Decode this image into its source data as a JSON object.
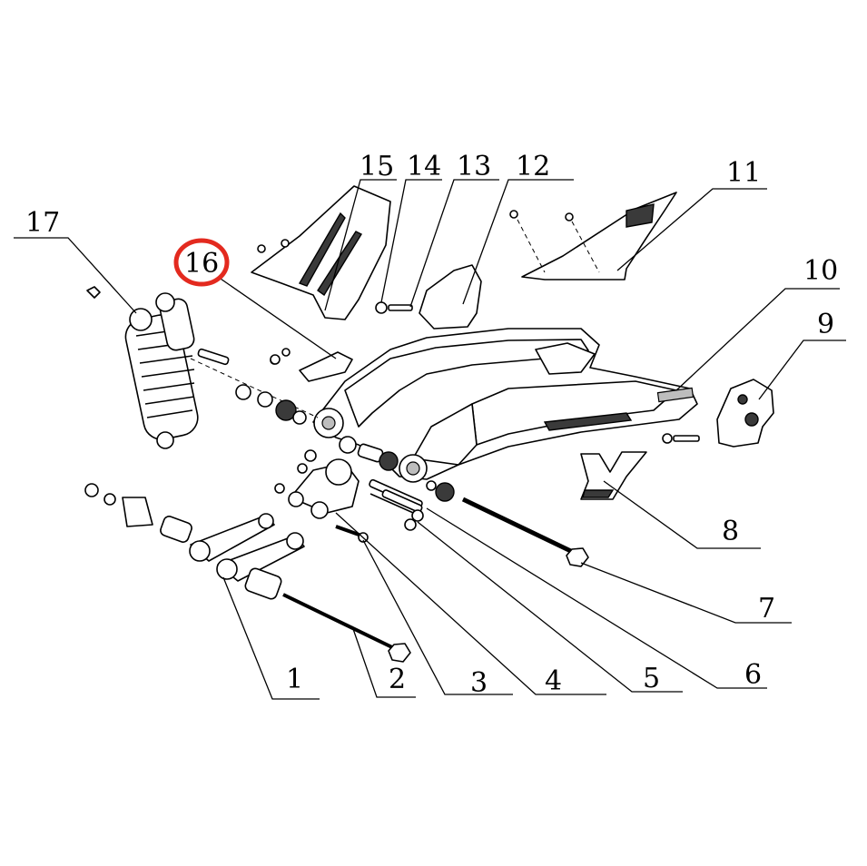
{
  "highlight_color": "#e32a1f",
  "highlighted_callout": "16",
  "callouts": [
    {
      "id": "1",
      "label": "1"
    },
    {
      "id": "2",
      "label": "2"
    },
    {
      "id": "3",
      "label": "3"
    },
    {
      "id": "4",
      "label": "4"
    },
    {
      "id": "5",
      "label": "5"
    },
    {
      "id": "6",
      "label": "6"
    },
    {
      "id": "7",
      "label": "7"
    },
    {
      "id": "8",
      "label": "8"
    },
    {
      "id": "9",
      "label": "9"
    },
    {
      "id": "10",
      "label": "10"
    },
    {
      "id": "11",
      "label": "11"
    },
    {
      "id": "12",
      "label": "12"
    },
    {
      "id": "13",
      "label": "13"
    },
    {
      "id": "14",
      "label": "14"
    },
    {
      "id": "15",
      "label": "15"
    },
    {
      "id": "16",
      "label": "16"
    },
    {
      "id": "17",
      "label": "17"
    }
  ]
}
